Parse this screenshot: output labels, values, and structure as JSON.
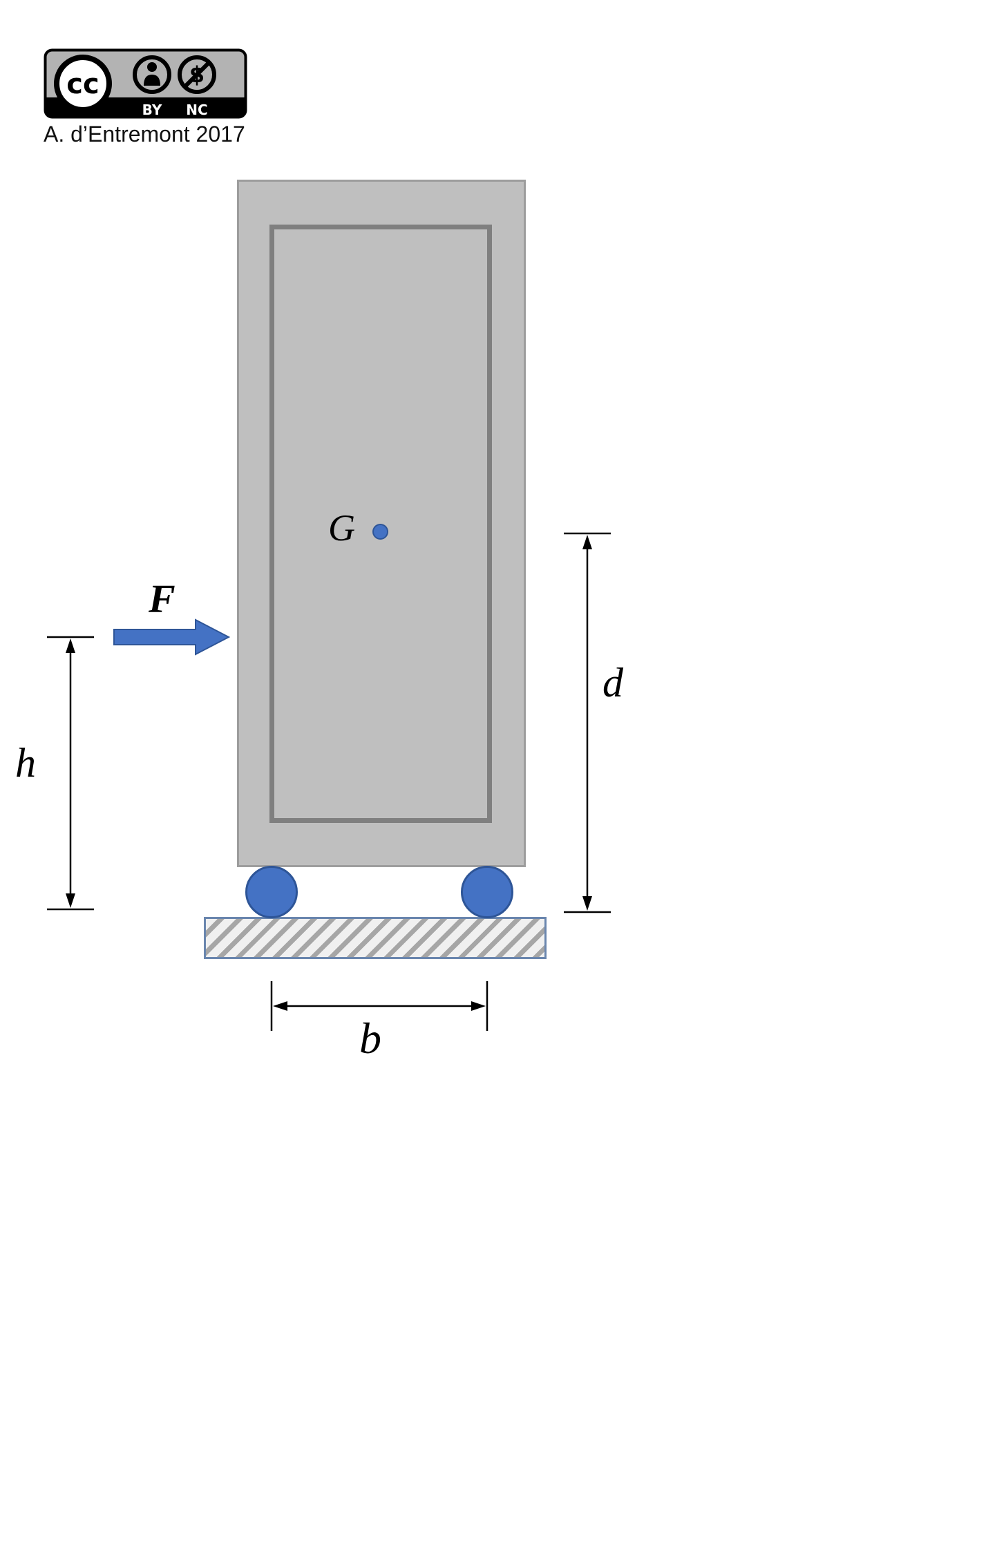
{
  "license": {
    "cc_glyph": "cc",
    "by_label": "BY",
    "nc_label": "NC",
    "dollar_glyph": "$",
    "attribution": "A. d’Entremont 2017"
  },
  "labels": {
    "center_of_gravity": "G",
    "force": "F",
    "height": "h",
    "distance": "d",
    "base_width": "b"
  },
  "colors": {
    "accent_blue": "#4472C4",
    "accent_blue_dark": "#2E5597",
    "cabinet_fill": "#BFBFBF",
    "cabinet_border": "#9D9D9D",
    "panel_border": "#7F7F7F",
    "hatch_stripe": "#A6A6A6",
    "hatch_background": "#F0F0F0",
    "ground_border": "#6A86AE",
    "dimension_line": "#000000",
    "badge_gray": "#B3B3B3",
    "badge_black": "#000000"
  }
}
